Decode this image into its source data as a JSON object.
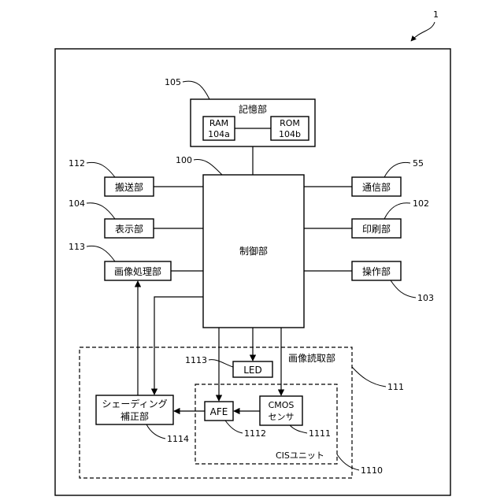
{
  "figure_ref": "1",
  "memory": {
    "title": "記憶部",
    "ref": "105",
    "ram": {
      "line1": "RAM",
      "line2": "104a"
    },
    "rom": {
      "line1": "ROM",
      "line2": "104b"
    }
  },
  "controller": {
    "label": "制御部",
    "ref": "100"
  },
  "transport": {
    "label": "搬送部",
    "ref": "112"
  },
  "display": {
    "label": "表示部",
    "ref": "104"
  },
  "image_processing": {
    "label": "画像処理部",
    "ref": "113"
  },
  "communication": {
    "label": "通信部",
    "ref": "55"
  },
  "printing": {
    "label": "印刷部",
    "ref": "102"
  },
  "operation": {
    "label": "操作部",
    "ref": "103"
  },
  "image_reading": {
    "label": "画像読取部",
    "ref": "111"
  },
  "led": {
    "label": "LED",
    "ref": "1113"
  },
  "cis_unit": {
    "label": "CISユニット",
    "ref": "1110"
  },
  "afe": {
    "label": "AFE",
    "ref": "1112"
  },
  "cmos": {
    "line1": "CMOS",
    "line2": "センサ",
    "ref": "1111"
  },
  "shading": {
    "line1": "シェーディング",
    "line2": "補正部",
    "ref": "1114"
  }
}
